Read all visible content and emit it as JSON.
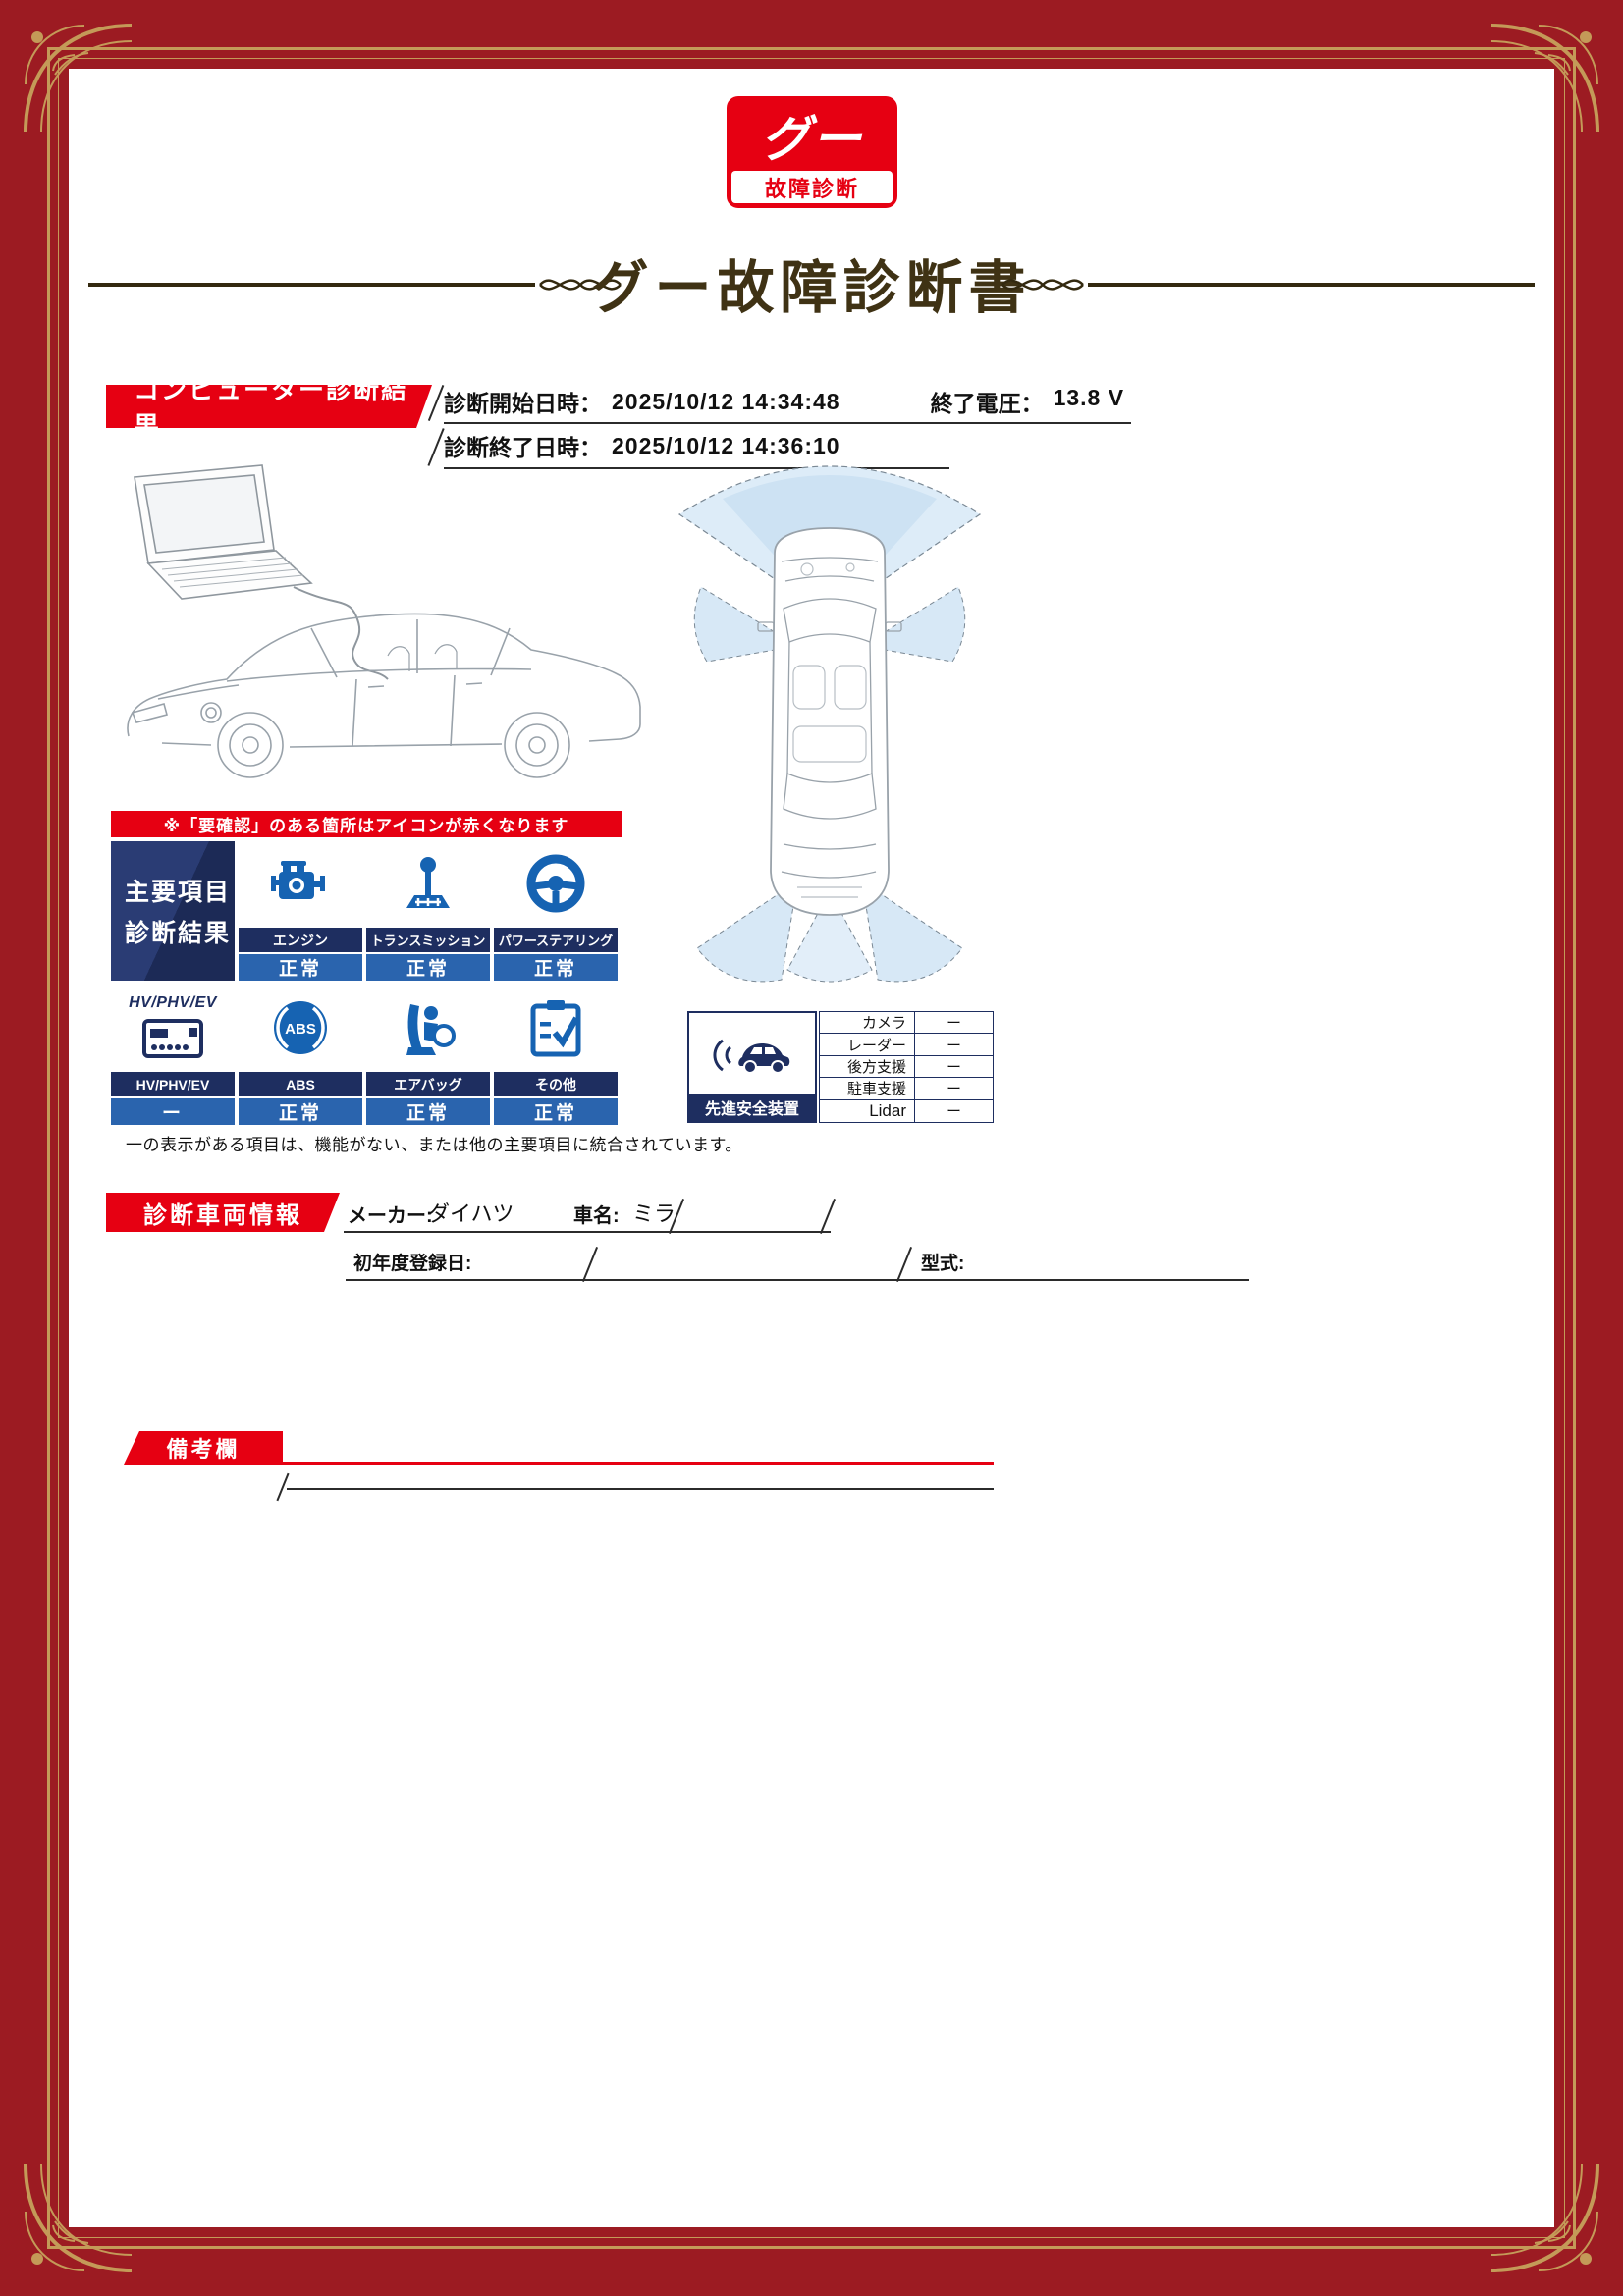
{
  "colors": {
    "frame_maroon": "#9c1b22",
    "gold": "#c49a58",
    "accent_red": "#e60012",
    "navy": "#1e2e60",
    "status_blue": "#2a64ae",
    "icon_blue": "#1663b2",
    "title_brown": "#3f3214"
  },
  "logo": {
    "brand": "グー",
    "sub": "故障診断",
    "icon": "goo-logo"
  },
  "title": "グー故障診断書",
  "computer_diagnosis": {
    "section_title": "コンピューター診断結果",
    "start_label": "診断開始日時：",
    "start_value": "2025/10/12 14:34:48",
    "voltage_label": "終了電圧：",
    "voltage_value": "13.8 V",
    "end_label": "診断終了日時：",
    "end_value": "2025/10/12 14:36:10"
  },
  "illustrations": {
    "left": "laptop-connected-to-car-wireframe",
    "right": "car-top-view-sensor-coverage"
  },
  "notice": "※「要確認」のある箇所はアイコンが赤くなります",
  "main_results": {
    "header_line1": "主要項目",
    "header_line2": "診断結果",
    "items": [
      {
        "label": "エンジン",
        "status": "正常",
        "icon": "engine-icon"
      },
      {
        "label": "トランスミッション",
        "status": "正常",
        "icon": "transmission-icon"
      },
      {
        "label": "パワーステアリング",
        "status": "正常",
        "icon": "steering-wheel-icon"
      },
      {
        "label": "HV/PHV/EV",
        "status": "ー",
        "icon": "ev-unit-icon",
        "tile_text": "HV/PHV/EV"
      },
      {
        "label": "ABS",
        "status": "正常",
        "icon": "abs-icon",
        "icon_text": "ABS"
      },
      {
        "label": "エアバッグ",
        "status": "正常",
        "icon": "airbag-icon"
      },
      {
        "label": "その他",
        "status": "正常",
        "icon": "checklist-icon"
      }
    ],
    "footnote": "一の表示がある項目は、機能がない、または他の主要項目に統合されています。"
  },
  "safety": {
    "label": "先進安全装置",
    "icon": "car-sound-waves-icon",
    "rows": [
      {
        "name": "カメラ",
        "value": "ー"
      },
      {
        "name": "レーダー",
        "value": "ー"
      },
      {
        "name": "後方支援",
        "value": "ー"
      },
      {
        "name": "駐車支援",
        "value": "ー"
      },
      {
        "name": "Lidar",
        "value": "ー"
      }
    ]
  },
  "vehicle_info": {
    "section_title": "診断車両情報",
    "maker_label": "メーカー:",
    "maker_value": "ダイハツ",
    "name_label": "車名:",
    "name_value": "ミラ",
    "registration_label": "初年度登録日:",
    "model_label": "型式:"
  },
  "remarks": {
    "section_title": "備考欄"
  }
}
